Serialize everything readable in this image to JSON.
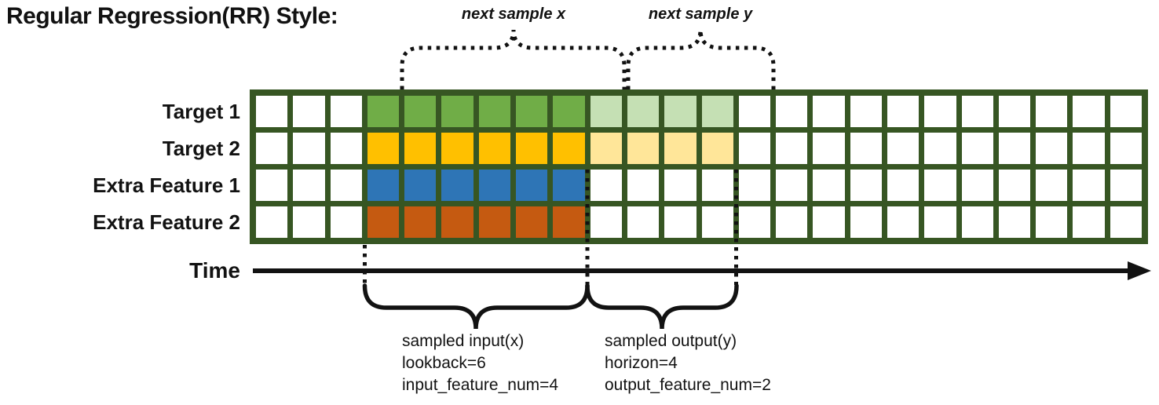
{
  "title": "Regular Regression(RR) Style:",
  "annotations": {
    "next_sample_x": "next sample x",
    "next_sample_y": "next sample y"
  },
  "time_axis_label": "Time",
  "grid": {
    "columns": 24,
    "lead_empty_columns": 3,
    "lookback": 6,
    "horizon": 4,
    "grid_line_color": "#375623",
    "empty_cell_color": "#ffffff",
    "rows": [
      {
        "label": "Target 1",
        "input_color": "#70AD47",
        "output_color": "#C5E0B4"
      },
      {
        "label": "Target 2",
        "input_color": "#FFC000",
        "output_color": "#FFE699"
      },
      {
        "label": "Extra Feature 1",
        "input_color": "#2E75B6",
        "output_color": null
      },
      {
        "label": "Extra Feature 2",
        "input_color": "#C55A11",
        "output_color": null
      }
    ]
  },
  "notes": {
    "input": {
      "line1": "sampled input(x)",
      "line2": "lookback=6",
      "line3": "input_feature_num=4"
    },
    "output": {
      "line1": "sampled output(y)",
      "line2": "horizon=4",
      "line3": "output_feature_num=2"
    }
  },
  "annotation_color": "#121212"
}
